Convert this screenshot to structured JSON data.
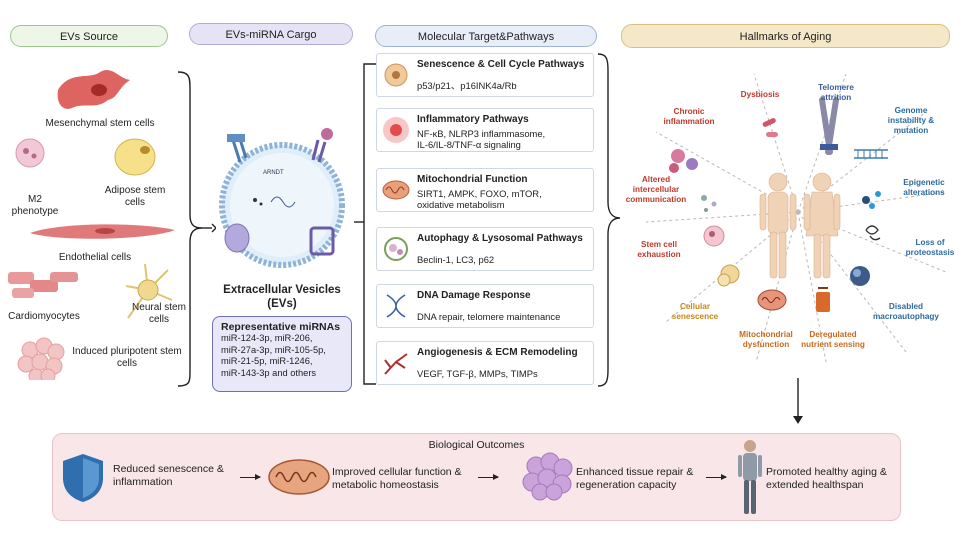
{
  "headers": {
    "source": "EVs Source",
    "cargo": "EVs-miRNA Cargo",
    "targets": "Molecular Target&Pathways",
    "hallmarks": "Hallmarks of Aging"
  },
  "sources": {
    "msc": "Mesenchymal stem cells",
    "m2": "M2 phenotype",
    "adipose": "Adipose stem cells",
    "endothelial": "Endothelial cells",
    "cardio": "Cardiomyocytes",
    "neural": "Neural stem cells",
    "ipsc": "Induced pluripotent stem cells"
  },
  "ev": {
    "inner_text": "ARNDT",
    "title_line1": "Extracellular Vesicles",
    "title_line2": "(EVs)",
    "mirna_title": "Representative miRNAs",
    "mirna_lines": [
      "miR-124-3p, miR-206,",
      "miR-27a-3p, miR-105-5p,",
      "miR-21-5p, miR-1246,",
      "miR-143-3p and others"
    ]
  },
  "pathways": [
    {
      "title": "Senescence & Cell Cycle Pathways",
      "body": [
        "p53/p21、p16INK4a/Rb"
      ]
    },
    {
      "title": "Inflammatory Pathways",
      "body": [
        "NF-κB, NLRP3 inflammasome,",
        "IL-6/IL-8/TNF-α signaling"
      ]
    },
    {
      "title": "Mitochondrial Function",
      "body": [
        "SIRT1, AMPK, FOXO, mTOR,",
        "oxidative metabolism"
      ]
    },
    {
      "title": "Autophagy & Lysosomal Pathways",
      "body": [
        "Beclin-1, LC3, p62"
      ]
    },
    {
      "title": "DNA Damage Response",
      "body": [
        "DNA repair, telomere maintenance"
      ]
    },
    {
      "title": "Angiogenesis & ECM Remodeling",
      "body": [
        "VEGF, TGF-β, MMPs, TIMPs"
      ]
    }
  ],
  "hallmarks": {
    "dysbiosis": "Dysbiosis",
    "telomere": "Telomere attrition",
    "genome": "Genome instability & mutation",
    "epigenetic": "Epigenetic alterations",
    "proteostasis": "Loss of proteostasis",
    "macroautophagy": "Disabled macroautophagy",
    "nutrient": "Deregulated nutrient sensing",
    "mito": "Mitochondrial dysfunction",
    "senescence": "Cellular senescence",
    "stemcell": "Stem cell exhaustion",
    "communication": "Altered intercellular communication",
    "inflammation": "Chronic inflammation"
  },
  "colors": {
    "dysbiosis": "#c0392b",
    "telomere": "#3b5b9a",
    "genome": "#2e6a9e",
    "epigenetic": "#2e6a9e",
    "proteostasis": "#2e6a9e",
    "macroautophagy": "#2e6a9e",
    "nutrient": "#c76a1a",
    "mito": "#c76a1a",
    "senescence": "#c7851a",
    "stemcell": "#c0392b",
    "communication": "#c0392b",
    "inflammation": "#c0392b"
  },
  "outcomes": {
    "title": "Biological Outcomes",
    "items": [
      "Reduced senescence & inflammation",
      "Improved cellular function & metabolic homeostasis",
      "Enhanced tissue repair & regeneration capacity",
      "Promoted healthy aging & extended healthspan"
    ]
  }
}
